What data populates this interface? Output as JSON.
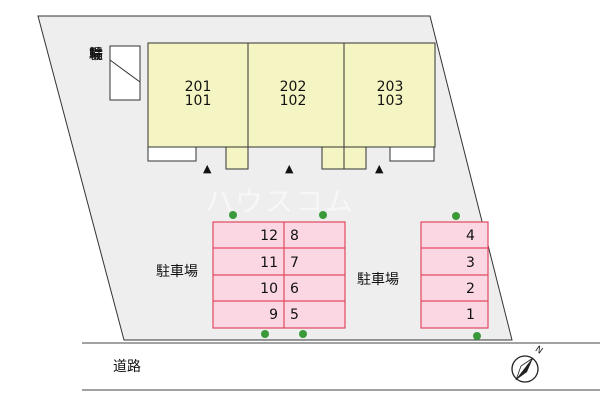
{
  "bicycle_parking": {
    "label_chars": [
      "駐",
      "輪",
      "場"
    ]
  },
  "buildings": [
    {
      "top": "201",
      "bottom": "101"
    },
    {
      "top": "202",
      "bottom": "102"
    },
    {
      "top": "203",
      "bottom": "103"
    }
  ],
  "entrance_marker": "▲",
  "parking_left": {
    "label": "駐車場",
    "rows": [
      {
        "left": "12",
        "right": "8"
      },
      {
        "left": "11",
        "right": "7"
      },
      {
        "left": "10",
        "right": "6"
      },
      {
        "left": "9",
        "right": "5"
      }
    ]
  },
  "parking_right": {
    "label": "駐車場",
    "spaces": [
      "4",
      "3",
      "2",
      "1"
    ]
  },
  "road": {
    "label": "道路"
  },
  "watermark": "ハウスコム",
  "colors": {
    "lot": "#eeeeee",
    "building": "#f5f5c3",
    "parking_fill": "#fbd7e4",
    "parking_stroke": "#e1495e",
    "tree": "#3a9a3a"
  }
}
